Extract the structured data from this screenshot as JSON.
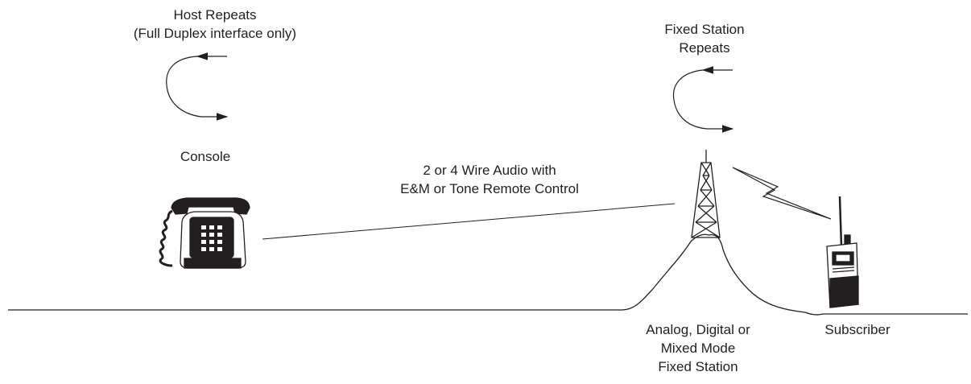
{
  "labels": {
    "host_repeats": [
      "Host Repeats",
      "(Full Duplex interface only)"
    ],
    "fixed_station_repeats": [
      "Fixed Station",
      "Repeats"
    ],
    "console": "Console",
    "link": [
      "2 or 4 Wire Audio with",
      "E&M or Tone Remote Control"
    ],
    "fixed_station": [
      "Analog, Digital or",
      "Mixed Mode",
      "Fixed Station"
    ],
    "subscriber": "Subscriber"
  },
  "colors": {
    "ink": "#231f20",
    "paper": "#ffffff"
  },
  "icons": [
    "repeat-loop-icon",
    "desk-telephone-icon",
    "radio-tower-icon",
    "lightning-bolt-icon",
    "portable-radio-icon"
  ]
}
